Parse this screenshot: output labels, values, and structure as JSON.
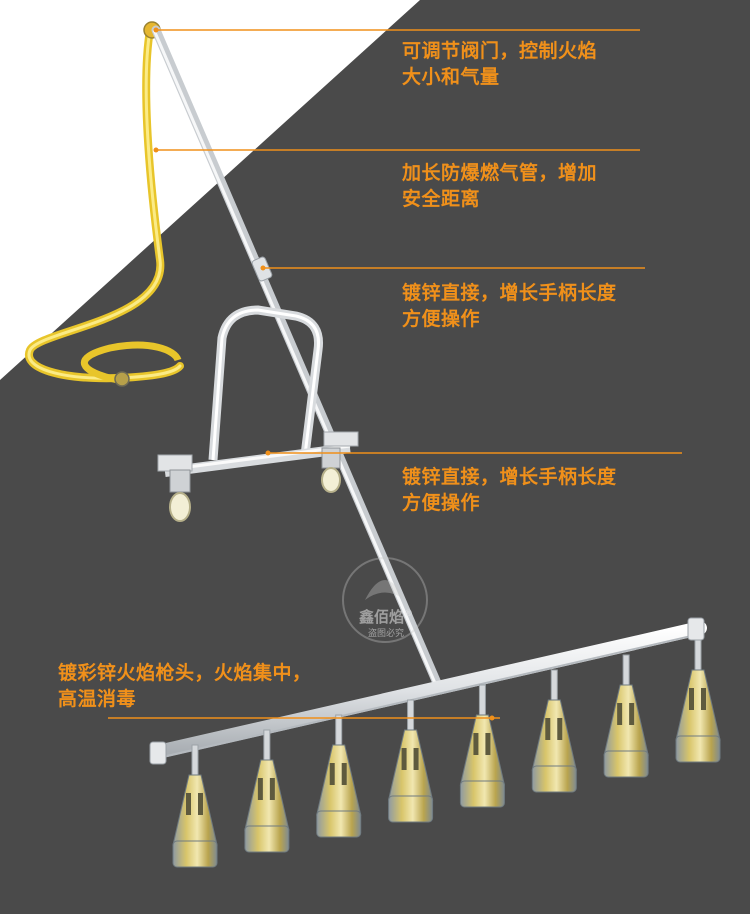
{
  "colors": {
    "background_dark": "#4a4a4a",
    "background_light": "#ffffff",
    "accent": "#f0901a",
    "hose": "#f2d230",
    "metal": "#e4e6e8",
    "nozzle": "#c9b560"
  },
  "callouts": [
    {
      "id": "valve",
      "line1": "可调节阀门，控制火焰",
      "line2": "大小和气量"
    },
    {
      "id": "hose",
      "line1": "加长防爆燃气管，增加",
      "line2": "安全距离"
    },
    {
      "id": "joint-upper",
      "line1": "镀锌直接，增长手柄长度",
      "line2": "方便操作"
    },
    {
      "id": "joint-lower",
      "line1": "镀锌直接，增长手柄长度",
      "line2": "方便操作"
    },
    {
      "id": "nozzle-head",
      "line1": "镀彩锌火焰枪头，火焰集中，",
      "line2": "高温消毒"
    }
  ],
  "watermark": {
    "brand": "鑫佰焰",
    "subtitle": "盗图必究",
    "mark": "®"
  },
  "nozzles": {
    "count": 8
  }
}
